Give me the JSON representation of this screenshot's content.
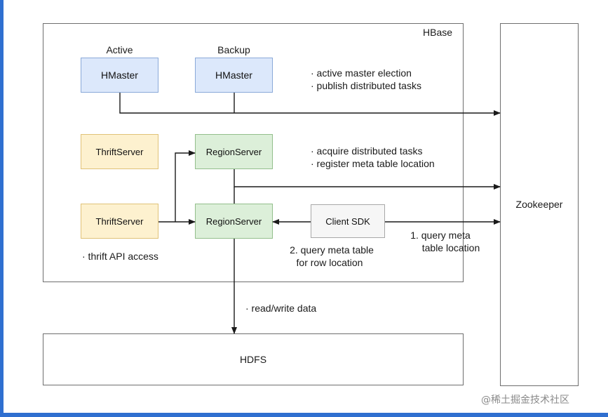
{
  "hbase": {
    "title": "HBase"
  },
  "zookeeper": {
    "label": "Zookeeper"
  },
  "hdfs": {
    "label": "HDFS"
  },
  "masters": {
    "active": {
      "role": "Active",
      "label": "HMaster"
    },
    "backup": {
      "role": "Backup",
      "label": "HMaster"
    },
    "notes": [
      "· active master election",
      "· publish distributed tasks"
    ]
  },
  "thrift": {
    "top_label": "ThriftServer",
    "bottom_label": "ThriftServer",
    "note": "· thrift API access"
  },
  "region": {
    "top_label": "RegionServer",
    "bottom_label": "RegionServer",
    "notes": [
      "· acquire distributed tasks",
      "· register meta table location"
    ]
  },
  "client": {
    "label": "Client SDK"
  },
  "annotations": {
    "query_meta_location": [
      "1. query meta",
      "table location"
    ],
    "query_row_location": [
      "2. query meta table",
      "for row location"
    ],
    "read_write": "· read/write data"
  },
  "watermark": "@稀土掘金技术社区",
  "colors": {
    "master_fill": "#dce8fb",
    "thrift_fill": "#fdf1cf",
    "region_fill": "#dcefd9",
    "client_fill": "#f6f6f6",
    "window_accent": "#2f6fd0"
  }
}
